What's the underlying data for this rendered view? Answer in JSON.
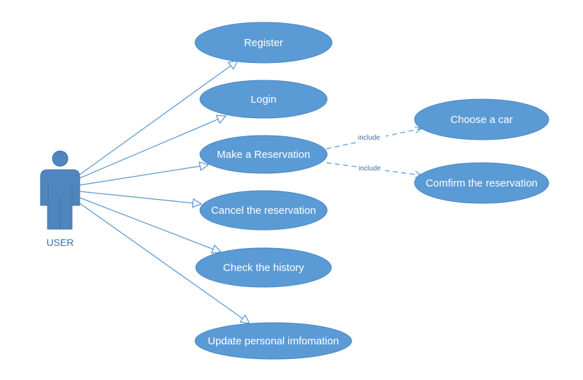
{
  "actor": {
    "label": "USER"
  },
  "use_cases": {
    "register": "Register",
    "login": "Login",
    "reserve": "Make a Reservation",
    "cancel": "Cancel the reservation",
    "history": "Check the history",
    "update": "Update personal imfomation",
    "choose": "Choose a car",
    "confirm": "Comfirm the reservation"
  },
  "relations": {
    "include_choose": "include",
    "include_confirm": "include"
  },
  "colors": {
    "fill": "#5b9bd5",
    "stroke": "#4a86c0",
    "line": "#5b9bd5",
    "actor": "#4f86bd",
    "actor_outline": "#3f74a8"
  }
}
